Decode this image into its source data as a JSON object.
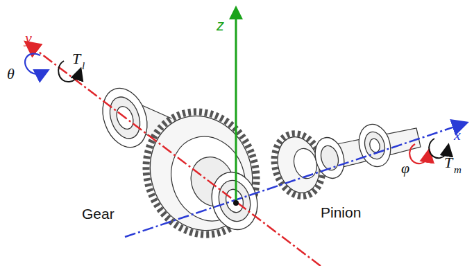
{
  "diagram": {
    "labels": [
      "y",
      "θ",
      "T",
      "l",
      "z",
      "x",
      "φ",
      "T",
      "m",
      "Gear",
      "Pinion"
    ]
  }
}
